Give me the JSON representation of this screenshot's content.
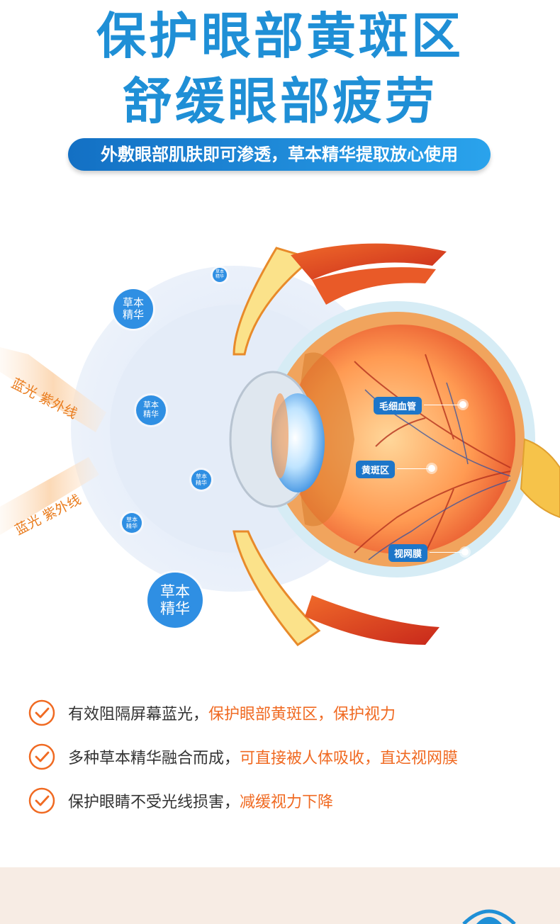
{
  "header": {
    "title_line1": "保护眼部黄斑区",
    "title_line2": "舒缓眼部疲劳",
    "subtitle": "外敷眼部肌肤即可渗透，草本精华提取放心使用"
  },
  "diagram": {
    "bands": [
      "蓝光 紫外线",
      "蓝光 紫外线"
    ],
    "badges": [
      {
        "line1": "草本",
        "line2": "精华"
      },
      {
        "line1": "草本",
        "line2": "精华"
      },
      {
        "line1": "草本",
        "line2": "精华"
      },
      {
        "line1": "草本",
        "line2": "精华"
      },
      {
        "line1": "草本",
        "line2": "精华"
      },
      {
        "line1": "草本",
        "line2": "精华"
      }
    ],
    "callouts": [
      "毛细血管",
      "黄斑区",
      "视网膜"
    ]
  },
  "benefits": [
    {
      "text": "有效阻隔屏幕蓝光，",
      "highlight": "保护眼部黄斑区，保护视力"
    },
    {
      "text": "多种草本精华融合而成，",
      "highlight": "可直接被人体吸收，直达视网膜"
    },
    {
      "text": "保护眼睛不受光线损害，",
      "highlight": "减缓视力下降"
    }
  ],
  "colors": {
    "title": "#1f8fd6",
    "accent": "#f06a22",
    "badge": "#2f8fe3"
  }
}
